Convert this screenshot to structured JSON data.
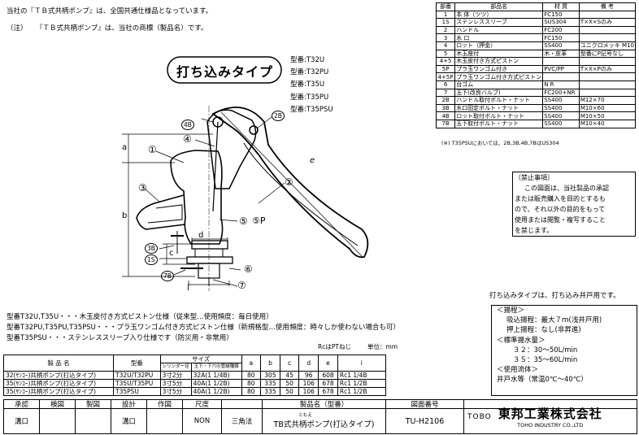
{
  "notes": {
    "line1": "当社の『ＴＢ式共柄ポンプ』は、全国共通仕様品となっています。",
    "line2_prefix": "（注）",
    "line2": "『ＴＢ式共柄ポンプ』は、当社の商標（製品名）です。"
  },
  "title_box": "打ち込みタイプ",
  "models": [
    "型番:T32U",
    "型番:T32PU",
    "型番:T35U",
    "型番:T35PU",
    "型番:T35PSU"
  ],
  "parts_table": {
    "headers": [
      "部番",
      "部品名",
      "材 質",
      "備 考"
    ],
    "rows": [
      [
        "1",
        "本 体（ツツ）",
        "FC150",
        ""
      ],
      [
        "1S",
        "ステンレススリーブ",
        "SUS304",
        "T×X×Sのみ"
      ],
      [
        "2",
        "ハンドル",
        "FC200",
        ""
      ],
      [
        "3",
        "水 口",
        "FC150",
        ""
      ],
      [
        "4",
        "ロット（押金）",
        "SS400",
        "ユニクロメッキ M10"
      ],
      [
        "5",
        "木玉座付",
        "木・皮革",
        "型番にP記号なし"
      ],
      [
        "4+5",
        "木玉皮付き方式ピストン",
        "",
        ""
      ],
      [
        "5P",
        "プラ玉ワンゴム付き",
        "PVC/PP",
        "T×X×Pのみ"
      ],
      [
        "4+5P",
        "プラ玉ワンゴム付き方式ピストン",
        "",
        ""
      ],
      [
        "6",
        "台ゴム",
        "N R",
        ""
      ],
      [
        "7",
        "玉下(改良バルブ)",
        "FC200+NR",
        ""
      ],
      [
        "2B",
        "ハンドル取付ボルト・ナット",
        "SS400",
        "M12×70"
      ],
      [
        "3B",
        "水口固定ボルト・ナット",
        "SS400",
        "M10×60"
      ],
      [
        "4B",
        "ロット取付ボルト・ナット",
        "SS400",
        "M10×50"
      ],
      [
        "7B",
        "玉下取付ボルト・ナット",
        "SS400",
        "M10×40"
      ]
    ],
    "footnote": "(※) T35PSUにおいては、2B,3B,4B,7BはUS304"
  },
  "warning": {
    "title": "〔禁止事項〕",
    "lines": [
      "この図面は、当社製品の承認",
      "または販売購入を目的とするも",
      "ので、それ以外の目的をもって",
      "使用または閲覧・複写すること",
      "を禁じます。"
    ]
  },
  "install_note": "打ち込みタイプは、打ち込み井戸用です。",
  "spec": {
    "lines": [
      "＜揚程＞",
      "吸込揚程：最大７ｍ(浅井戸用)",
      "押上揚程：なし(非昇進)",
      "＜標準揚水量＞",
      "３２：30～50L/min",
      "３５：35～60L/min",
      "＜使用流体＞",
      "井戸水等（常温0℃～40℃）"
    ]
  },
  "type_notes": [
    "型番T32U,T35U・・・木玉皮付き方式ピストン仕様（従来型…使用頻度：毎日使用）",
    "型番T32PU,T35PU,T35PSU・・・プラ玉ワンゴム付き方式ピストン仕様（新規格型…使用頻度：時々しか使わない場合も可）",
    "型番T35PSU・・・ステンレススリーブ入り仕様です（防災用・非常用）"
  ],
  "rc_note": "RcはPTねじ",
  "unit_note": "単位：mm",
  "dims_table": {
    "h_name": "製 品 名",
    "h_model": "型番",
    "h_size": "サイズ",
    "h_sub1": "シリンダー径",
    "h_sub2": "玉下・下穴の管継種類",
    "h_cols": [
      "a",
      "b",
      "c",
      "d",
      "e",
      "i"
    ],
    "rows": [
      [
        "32(ｻﾝｺｰ)共柄ポンプ(打込タイプ)",
        "T32U/T32PU",
        "3寸2分",
        "32A(1 1/4B)",
        "80",
        "305",
        "45",
        "96",
        "608",
        "Rc1 1/4B"
      ],
      [
        "35(ｻﾝｺｰ)共柄ポンプ(打込タイプ)",
        "T35U/T35PU",
        "3寸5分",
        "40A(1 1/2B)",
        "80",
        "335",
        "50",
        "106",
        "678",
        "Rc1 1/2B"
      ],
      [
        "35(ｻﾝｺｰ)共柄ポンプ(打込タイプ)",
        "T35PSU",
        "3寸5分",
        "40A(1 1/2B)",
        "80",
        "335",
        "50",
        "106",
        "678",
        "Rc1 1/2B"
      ]
    ]
  },
  "title_block": {
    "h": [
      "承認",
      "検図",
      "製図",
      "設計",
      "作図",
      "尺度",
      "",
      "製品名（型番）",
      "図面番号"
    ],
    "approve": "溝口",
    "design": "溝口",
    "scale": "NON",
    "method": "三角法",
    "product_ruby": "ともえ",
    "product": "TB式共柄ポンプ(打込タイプ)",
    "drawing_no": "TU-H2106",
    "brand": "TOBO",
    "company": "東邦工業株式会社",
    "company_en": "TOHO INDUSTRY CO.,LTD"
  },
  "callouts": [
    "①",
    "②",
    "③",
    "④",
    "⑤",
    "⑤P",
    "⑥",
    "⑦",
    "4B",
    "2B",
    "3B",
    "1S",
    "7B"
  ],
  "dim_letters": [
    "a",
    "b",
    "c",
    "d",
    "e",
    "i"
  ]
}
